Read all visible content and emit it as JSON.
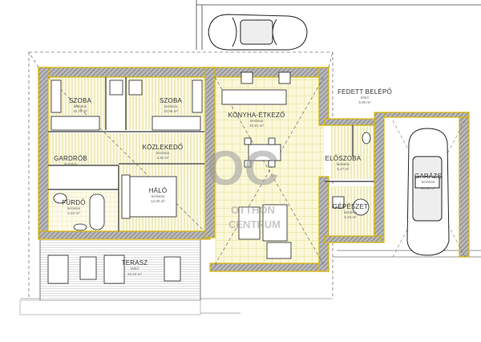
{
  "plan": {
    "rooms": [
      {
        "id": "szoba1",
        "name": "SZOBA",
        "floor": "kerámia",
        "area": "10.78 m²"
      },
      {
        "id": "szoba2",
        "name": "SZOBA",
        "floor": "kerámia",
        "area": "10.06 m²"
      },
      {
        "id": "kozlekedo",
        "name": "KÖZLEKEDŐ",
        "floor": "kerámia",
        "area": "4.10 m²"
      },
      {
        "id": "gardrob",
        "name": "GARDRÓB",
        "floor": "kerámia",
        "area": ""
      },
      {
        "id": "furdo",
        "name": "FÜRDŐ",
        "floor": "kerámia",
        "area": "5.40 m²"
      },
      {
        "id": "halo",
        "name": "HÁLÓ",
        "floor": "kerámia",
        "area": "12.00 m²"
      },
      {
        "id": "konyha",
        "name": "KONYHA-ÉTKEZŐ",
        "floor": "kerámia",
        "area": "20.91 m²"
      },
      {
        "id": "fedett",
        "name": "FEDETT BELÉPŐ",
        "floor": "térkő",
        "area": "5.90 m²"
      },
      {
        "id": "eloszoba",
        "name": "ELŐSZOBA",
        "floor": "kerámia",
        "area": "5.47 m²"
      },
      {
        "id": "gepeszet",
        "name": "GÉPÉSZET",
        "floor": "kerámia",
        "area": "5.34 m²"
      },
      {
        "id": "garazs",
        "name": "GARÁZS",
        "floor": "kerámia",
        "area": "21.00 m²"
      },
      {
        "id": "terasz",
        "name": "TERASZ",
        "floor": "térkő",
        "area": "24.24 m²"
      }
    ],
    "watermark": {
      "mark": "OC",
      "line1": "OTTHON",
      "line2": "CENTRUM"
    },
    "colors": {
      "wall": "#8c8c8c",
      "insulation": "#d9b400",
      "floor_yellow": "#fbf8da",
      "grid": "#d8d27a",
      "line": "#222222"
    }
  }
}
